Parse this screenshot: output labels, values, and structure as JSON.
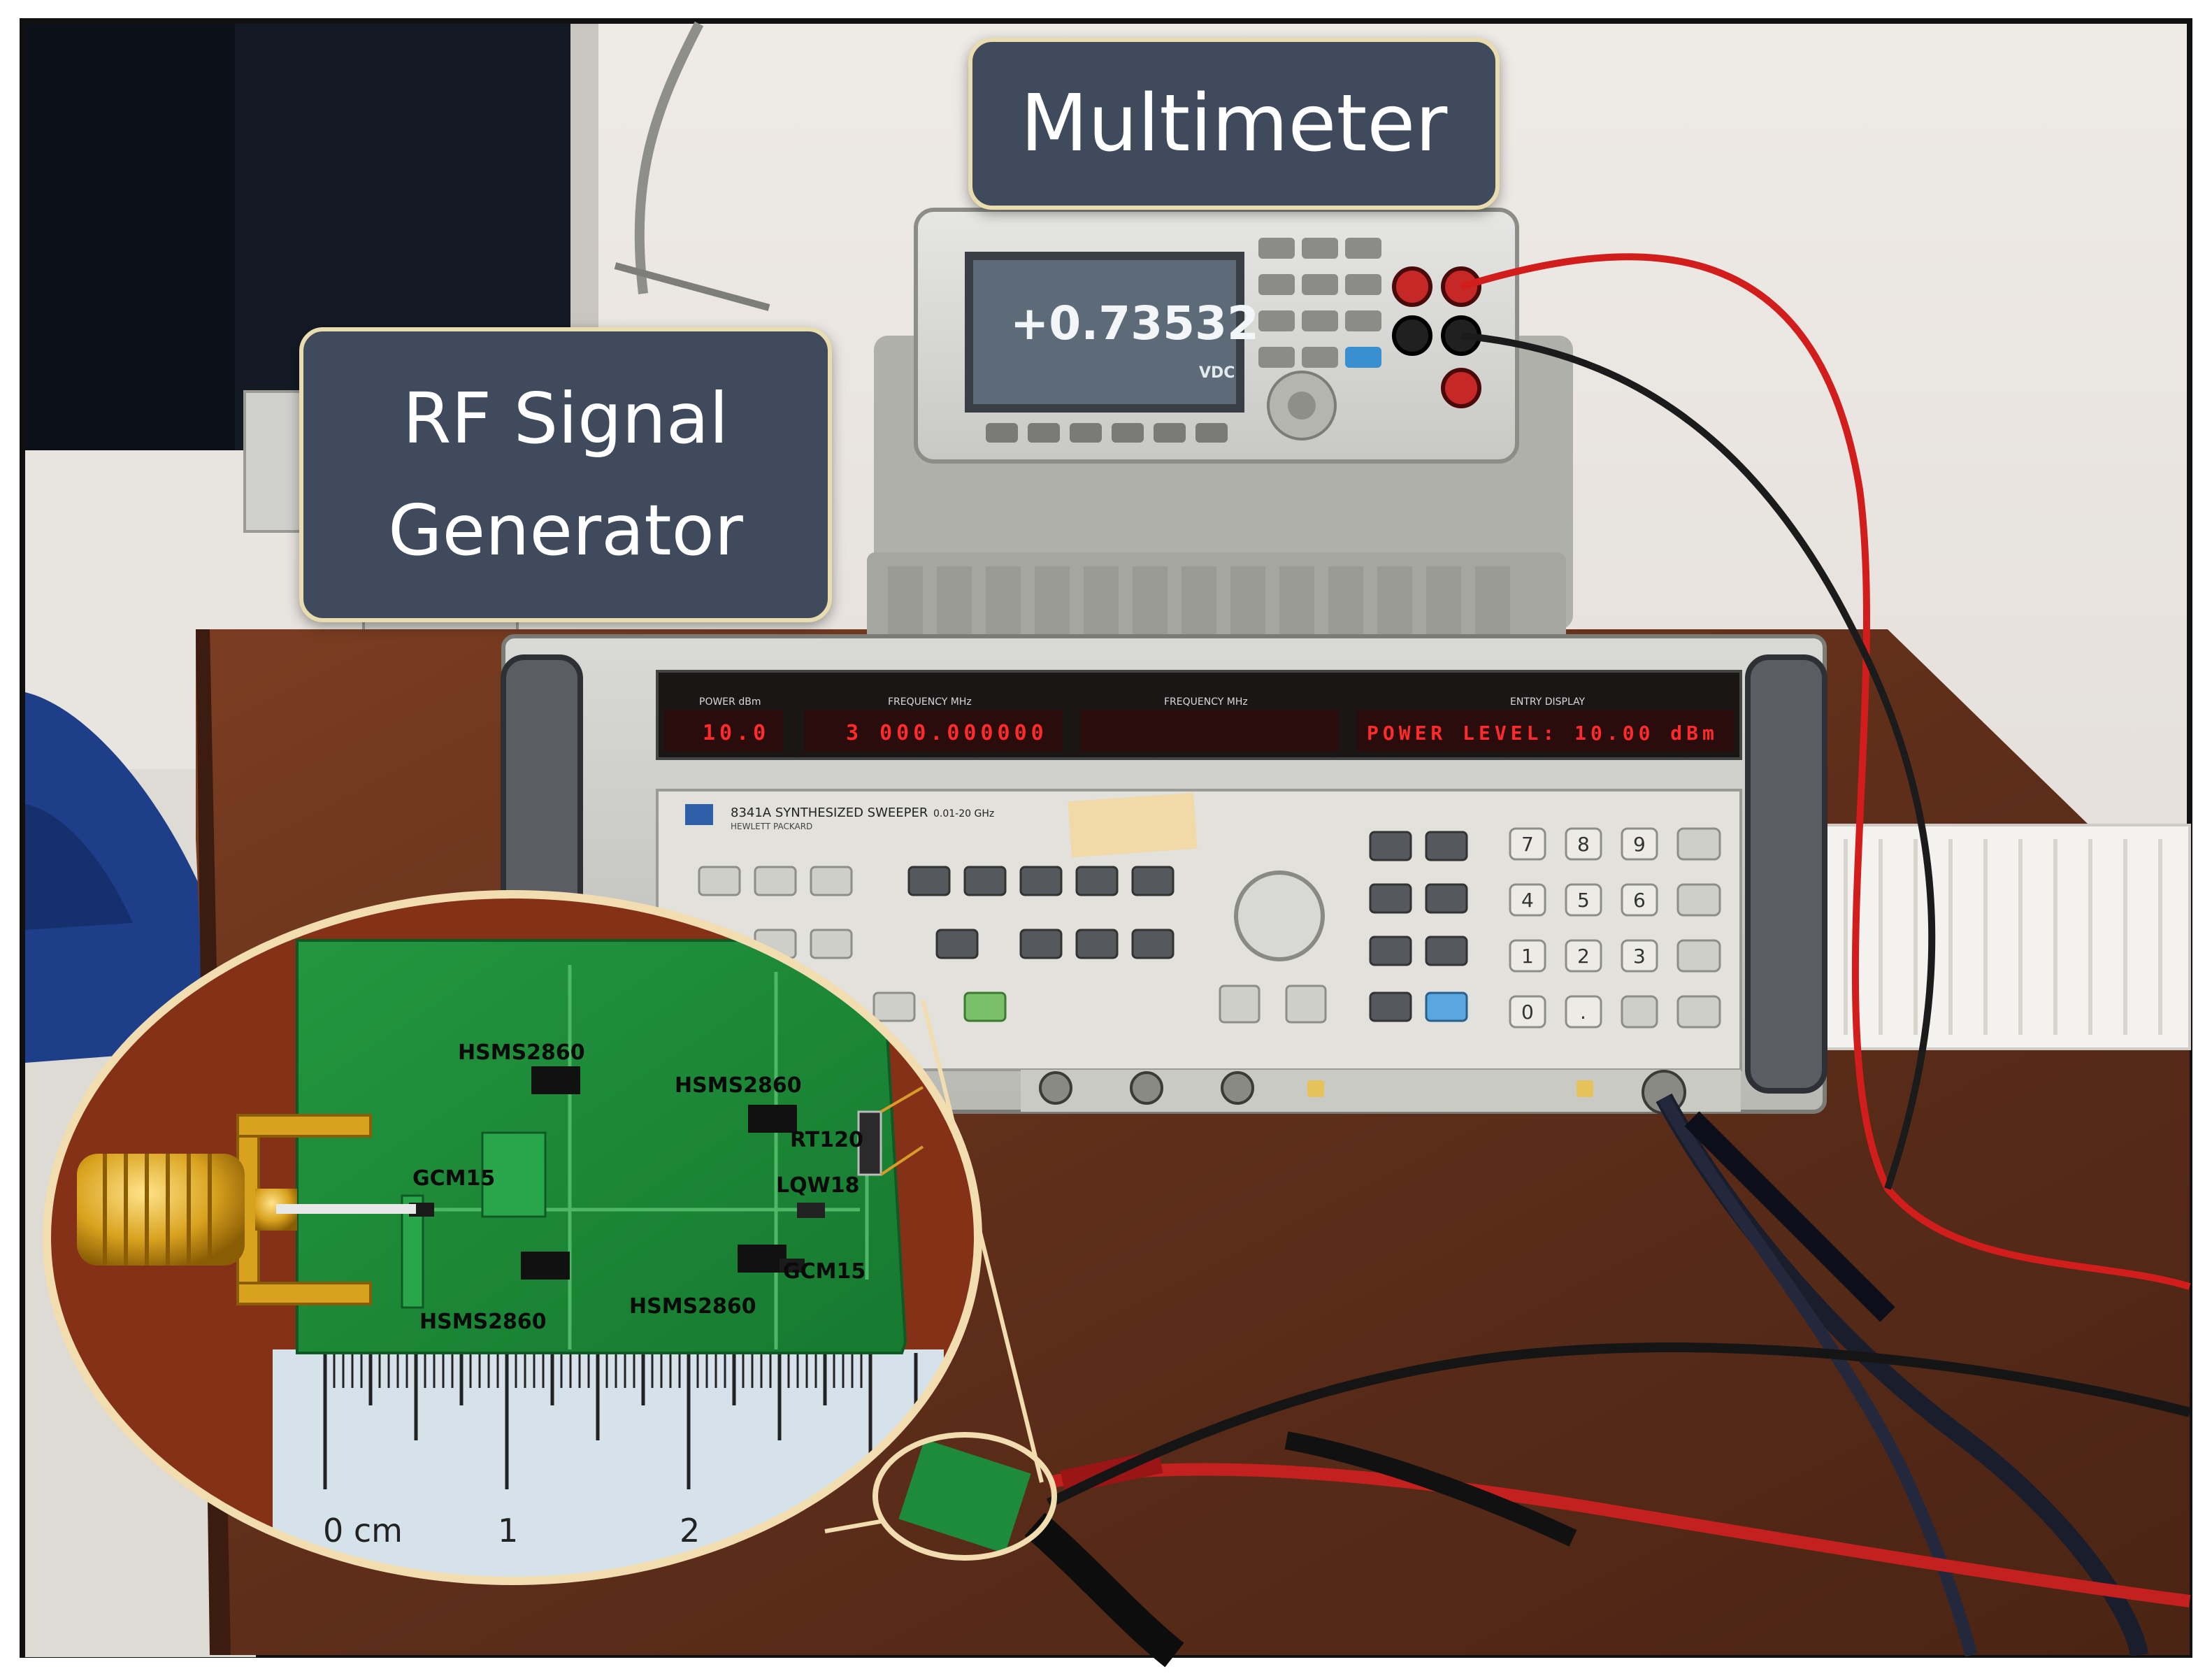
{
  "callouts": {
    "multimeter": "Multimeter",
    "signal_generator_line1": "RF Signal",
    "signal_generator_line2": "Generator"
  },
  "multimeter": {
    "reading": "+0.73532",
    "unit": "VDC"
  },
  "signal_generator": {
    "model": "8341A SYNTHESIZED SWEEPER",
    "range": "0.01-20 GHz",
    "maker": "HEWLETT PACKARD",
    "power_display": "10.0",
    "frequency_display": "3 000.000000",
    "entry_display": "POWER LEVEL: 10.00 dBm",
    "section_labels": [
      "POWER dBm",
      "FREQUENCY MHz",
      "FREQUENCY MHz",
      "ENTRY DISPLAY"
    ],
    "keypad": [
      "7",
      "8",
      "9",
      "4",
      "5",
      "6",
      "1",
      "2",
      "3",
      "0",
      "."
    ]
  },
  "pcb_inset": {
    "components": [
      "HSMS2860",
      "HSMS2860",
      "RT120",
      "GCM15",
      "LQW18",
      "GCM15",
      "HSMS2860",
      "HSMS2860"
    ],
    "ruler_labels": [
      "0 cm",
      "1",
      "2"
    ]
  },
  "colors": {
    "callout_fill": "#3f4a5c",
    "callout_border": "#e9dcae",
    "pcb_green": "#1f8a3a",
    "led_red": "#ff2a2a",
    "desk_wood": "#6b3520"
  }
}
